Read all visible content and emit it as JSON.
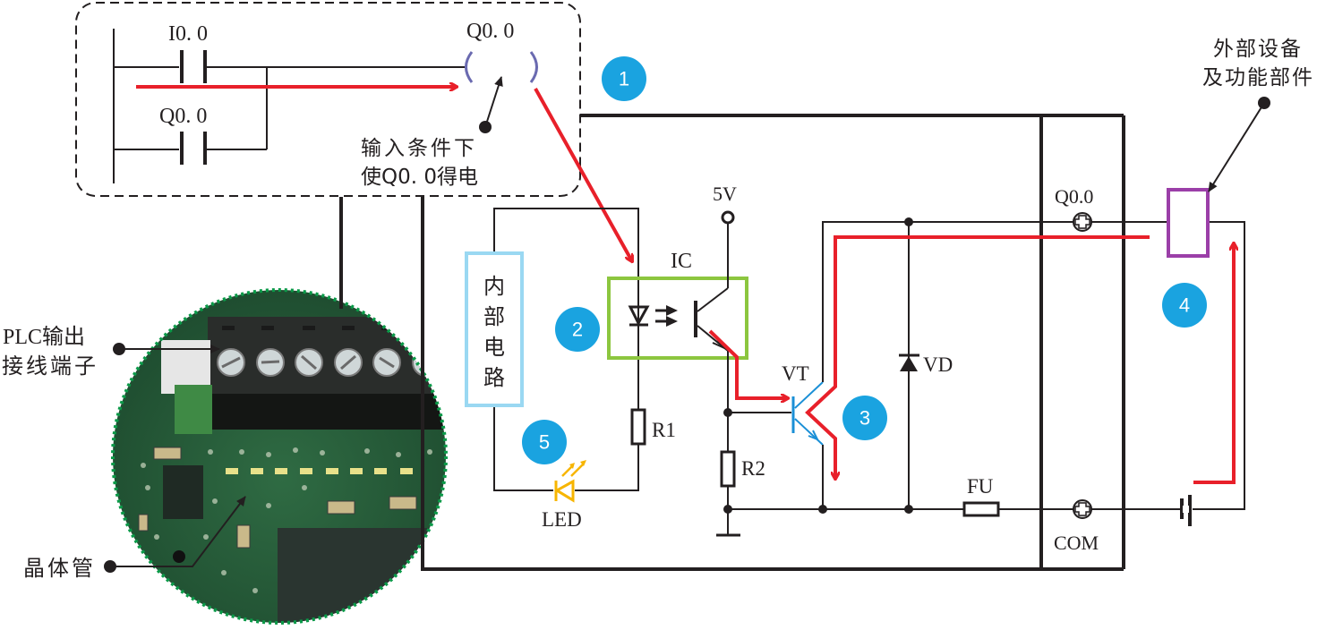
{
  "colors": {
    "badge": "#1aa3e0",
    "flow_arrow": "#e8202a",
    "optocoupler_box": "#8cc63f",
    "internal_circuit_box": "#9ad8f2",
    "transistor_vt": "#1a8fd6",
    "external_load": "#9b3fa8",
    "led": "#f7b500",
    "photo_border": "#0a9a48",
    "coil_brackets": "#6a6ab0"
  },
  "ladder": {
    "contact_input_label": "I0. 0",
    "contact_hold_label": "Q0. 0",
    "coil_label": "Q0. 0",
    "callout_line1": "输入条件下",
    "callout_line2": "使Q0. 0得电"
  },
  "badges": [
    "1",
    "2",
    "3",
    "4",
    "5"
  ],
  "circuit": {
    "internal_circuit_label": [
      "内",
      "部",
      "电",
      "路"
    ],
    "optocoupler_label": "IC",
    "supply_label": "5V",
    "transistor_label": "VT",
    "diode_label": "VD",
    "resistor1_label": "R1",
    "resistor2_label": "R2",
    "led_label": "LED",
    "fuse_label": "FU",
    "terminal_out_label": "Q0.0",
    "terminal_com_label": "COM"
  },
  "external": {
    "label_line1": "外部设备",
    "label_line2": "及功能部件"
  },
  "photo": {
    "terminal_callout_line1": "PLC输出",
    "terminal_callout_line2": "接线端子",
    "transistor_callout": "晶体管"
  }
}
